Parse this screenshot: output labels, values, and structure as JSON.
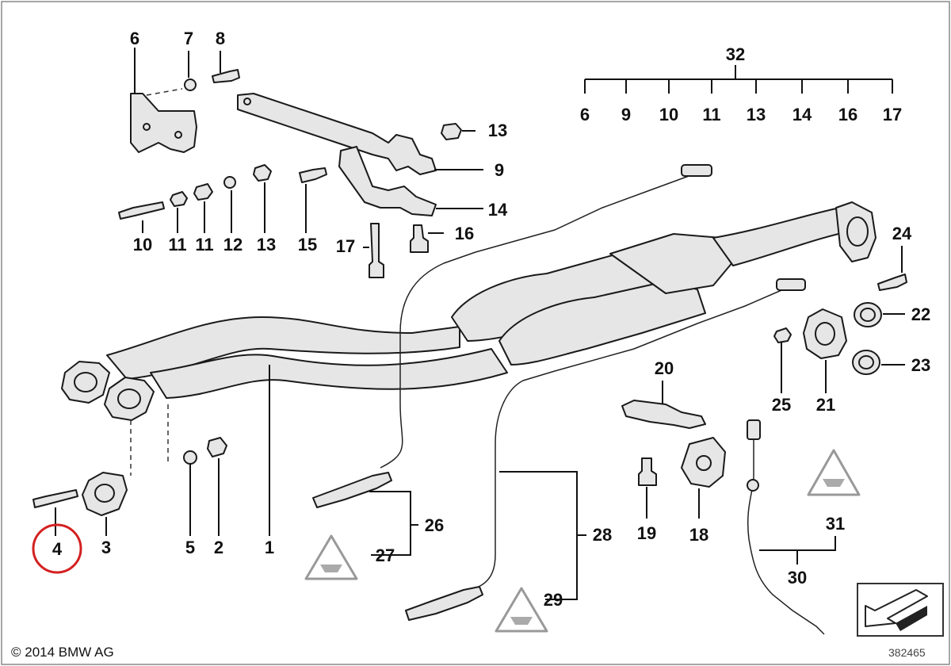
{
  "footer": {
    "copyright": "© 2014 BMW AG",
    "diagram_number": "382465"
  },
  "highlight_color": "#d42020",
  "highlighted_part": "4",
  "labels": {
    "p1": "1",
    "p2": "2",
    "p3": "3",
    "p4": "4",
    "p5": "5",
    "p6_top": "6",
    "p7": "7",
    "p8": "8",
    "p9": "9",
    "p10": "10",
    "p11a": "11",
    "p11b": "11",
    "p12": "12",
    "p13_top": "13",
    "p13_low": "13",
    "p14": "14",
    "p15": "15",
    "p16": "16",
    "p17": "17",
    "p18": "18",
    "p19": "19",
    "p20": "20",
    "p21": "21",
    "p22": "22",
    "p23": "23",
    "p24": "24",
    "p25": "25",
    "p26": "26",
    "p27": "27",
    "p28": "28",
    "p29": "29",
    "p30": "30",
    "p31": "31",
    "p32": "32"
  },
  "kit_32": {
    "label": "32",
    "items": [
      "6",
      "9",
      "10",
      "11",
      "13",
      "14",
      "16",
      "17"
    ]
  },
  "icons": [
    "warning-triangle-icon",
    "navigation-arrow-icon",
    "highlight-circle-icon"
  ]
}
